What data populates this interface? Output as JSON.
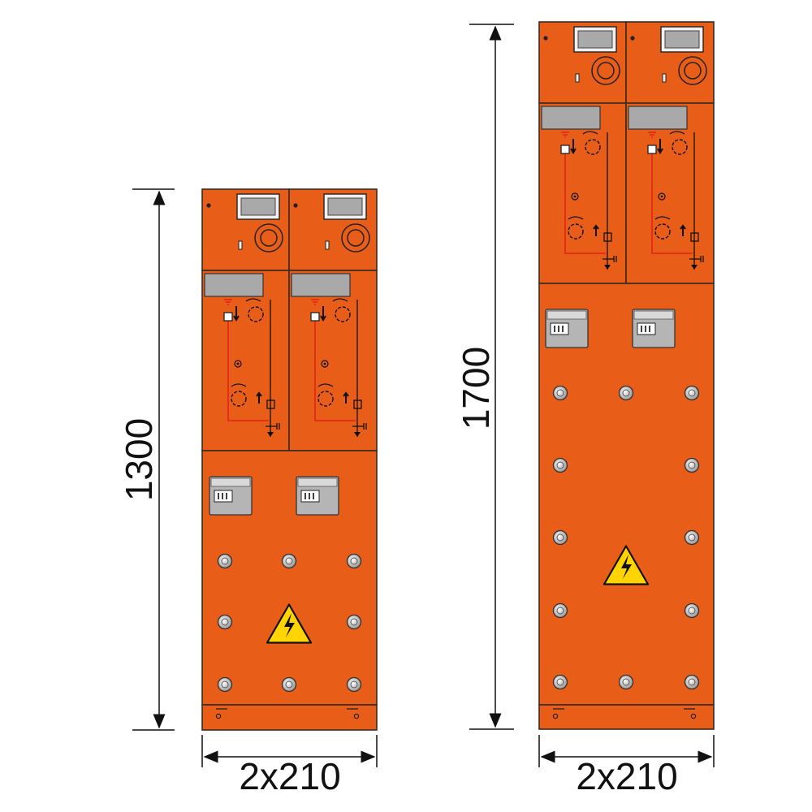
{
  "colors": {
    "cabinet_orange": "#e85d17",
    "panel_outline": "#3a2a20",
    "window_gray": "#a9a9a9",
    "switch_gray": "#b5b5b5",
    "bolt_silver": "#d8d8d8",
    "circuit_red": "#e3161b",
    "warning_yellow": "#ffd400",
    "dimension_black": "#111111"
  },
  "drawing": {
    "units": [
      {
        "name": "short-unit",
        "height_label": "1300",
        "width_label": "2x210",
        "modules": 2,
        "warning_icon": "high-voltage-warning-icon"
      },
      {
        "name": "tall-unit",
        "height_label": "1700",
        "width_label": "2x210",
        "modules": 2,
        "warning_icon": "high-voltage-warning-icon"
      }
    ]
  }
}
